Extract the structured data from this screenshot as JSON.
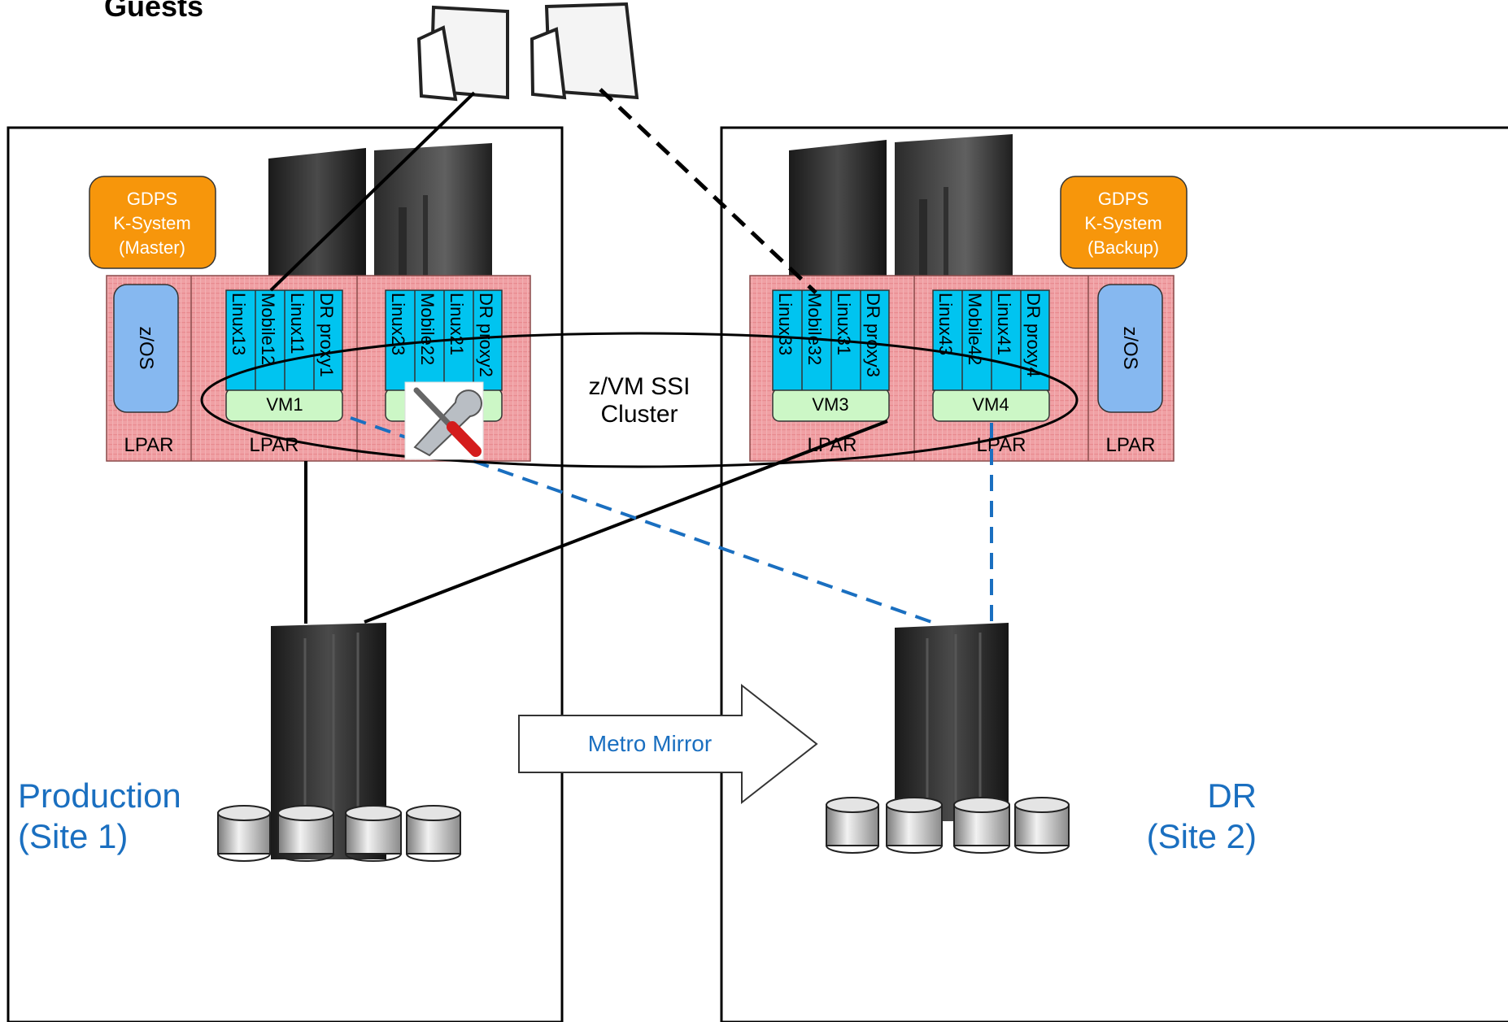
{
  "heading": "Guests",
  "sites": {
    "production": {
      "line1": "Production",
      "line2": "(Site 1)"
    },
    "dr": {
      "line1": "DR",
      "line2": "(Site 2)"
    }
  },
  "gdps": {
    "master": {
      "line1": "GDPS",
      "line2": "K-System",
      "line3": "(Master)"
    },
    "backup": {
      "line1": "GDPS",
      "line2": "K-System",
      "line3": "(Backup)"
    }
  },
  "os_label": "z/OS",
  "lpar_label": "LPAR",
  "vms": {
    "vm1": {
      "label": "VM1",
      "guests": [
        "Linux13",
        "Mobile12",
        "Linux11",
        "DR proxy1"
      ]
    },
    "vm2": {
      "label": "",
      "guests": [
        "Linux23",
        "Mobile22",
        "Linux21",
        "DR proxy2"
      ]
    },
    "vm3": {
      "label": "VM3",
      "guests": [
        "Linux33",
        "Mobile32",
        "Linux31",
        "DR proxy3"
      ]
    },
    "vm4": {
      "label": "VM4",
      "guests": [
        "Linux43",
        "Mobile42",
        "Linux41",
        "DR proxy4"
      ]
    }
  },
  "cluster": {
    "line1": "z/VM SSI",
    "line2": "Cluster"
  },
  "mirror_label": "Metro Mirror",
  "colors": {
    "gdps": "#f7960b",
    "lpar": "#f0a0a4",
    "guest": "#00c4f0",
    "vm": "#ccf7c6",
    "zos": "#86b8f0",
    "site_text": "#1a6fc0",
    "blue_dash": "#1a6fc0"
  }
}
